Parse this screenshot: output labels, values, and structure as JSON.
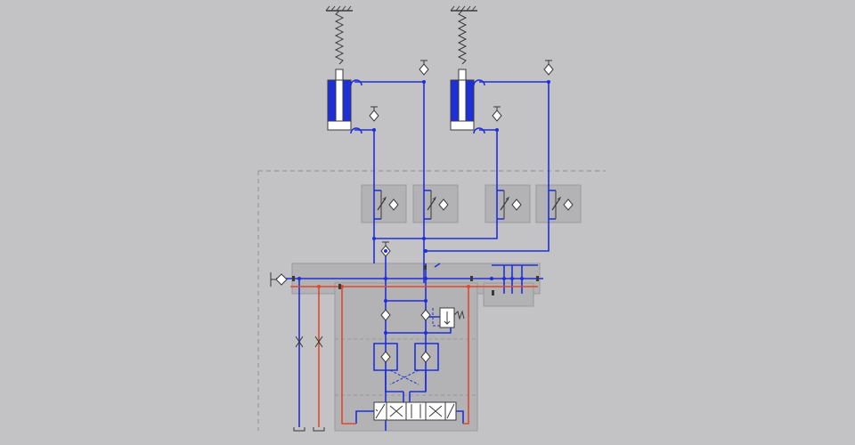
{
  "diagram": {
    "type": "hydraulic-schematic",
    "colors": {
      "background": "#c3c3c5",
      "pressure_line": "#1f2fd8",
      "return_line": "#e0492a",
      "cylinder_fill": "#1f2fd8",
      "panel": "#b3b3b6",
      "panel_border": "#9a9a9e",
      "outline": "#3a3a3a",
      "white": "#ffffff"
    },
    "components": {
      "cylinders": [
        "cylinder-left",
        "cylinder-right"
      ],
      "springs": [
        "spring-left",
        "spring-right"
      ],
      "flow_control_valves": 4,
      "check_valves": 4,
      "directional_valve": "4-3-way-spool-valve",
      "relief_valve": "pressure-relief-valve",
      "pump_connection": "pump-inlet",
      "tank_connections": 2,
      "shutoff_valves": 2
    }
  }
}
